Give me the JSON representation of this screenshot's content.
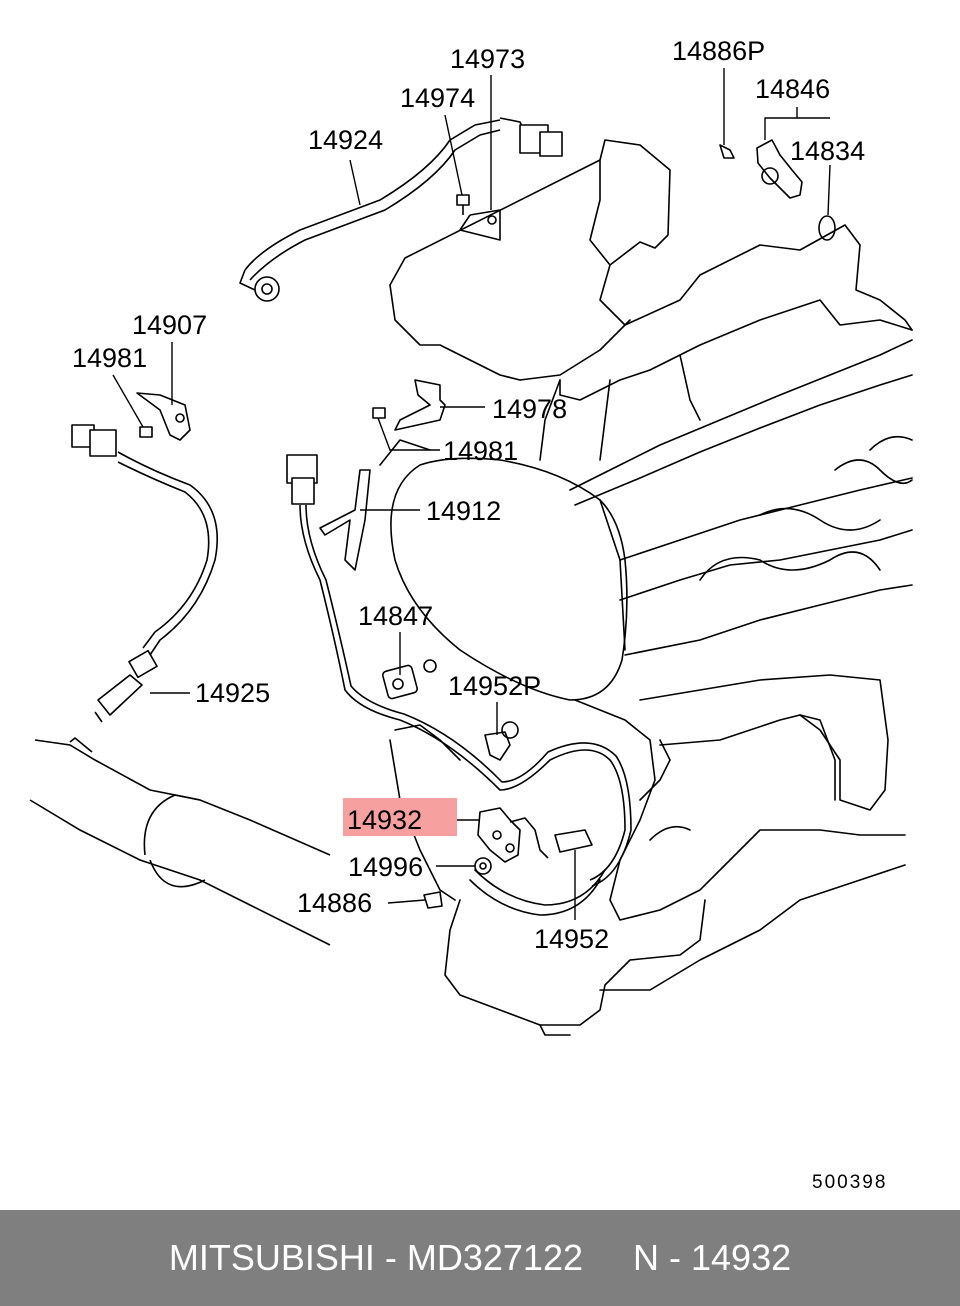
{
  "diagram": {
    "part_labels": {
      "p14973": "14973",
      "p14974": "14974",
      "p14924": "14924",
      "p14886P": "14886P",
      "p14846": "14846",
      "p14834": "14834",
      "p14907": "14907",
      "p14981a": "14981",
      "p14978": "14978",
      "p14981b": "14981",
      "p14912": "14912",
      "p14847": "14847",
      "p14952P": "14952P",
      "p14925": "14925",
      "p14932": "14932",
      "p14996": "14996",
      "p14886": "14886",
      "p14952": "14952"
    },
    "highlighted_part": "14932",
    "highlight_color": "#f6a0a0",
    "diagram_code": "500398"
  },
  "footer": {
    "text": "MITSUBISHI - MD327122     N - 14932",
    "background": "#7f7f7f"
  }
}
